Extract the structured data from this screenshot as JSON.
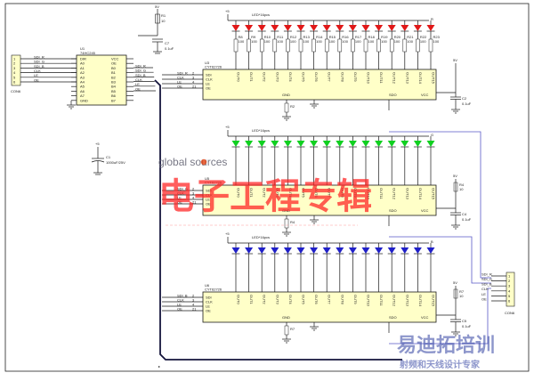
{
  "colors": {
    "led_red": "#e01818",
    "led_green": "#10d020",
    "led_blue": "#2020c8",
    "chip_fill": "#ffffc8",
    "watermark_red": "#ff2020",
    "watermark_blue": "#3040a0"
  },
  "schematic": {
    "power": {
      "label": "5V",
      "r_label": "R1",
      "r_value": "10",
      "c_label": "C7",
      "c_value": "0.1uF"
    },
    "buffer": {
      "ref": "U1",
      "part": "74HC245",
      "pins_left": [
        "DIR",
        "A0",
        "A1",
        "A2",
        "A3",
        "A4",
        "A5",
        "A6",
        "A7",
        "GND"
      ],
      "pins_right": [
        "VCC",
        "OE",
        "B0",
        "B1",
        "B2",
        "B3",
        "B4",
        "B5",
        "B6",
        "B7"
      ],
      "outputs": [
        "SDI_R",
        "SDI_G",
        "SDI_B",
        "CLK",
        "LE",
        "OE"
      ]
    },
    "conn_in": {
      "ref": "CON6",
      "pins": [
        "1",
        "2",
        "3",
        "4",
        "5",
        "6"
      ],
      "signals": [
        "SDI_R",
        "SDI_G",
        "SDI_B",
        "CLK",
        "LE",
        "OE"
      ]
    },
    "cap_bulk": {
      "ref": "C1",
      "value": "1000uF/25V",
      "supply": "+5"
    },
    "drivers": [
      {
        "ref": "U3",
        "part": "CYT62726",
        "led_label": "LED*16pcs",
        "color_tag": "R",
        "inputs": [
          "SDI_R",
          "CLK",
          "LE",
          "OE"
        ],
        "input_pins": [
          "2",
          "3",
          "4",
          "21"
        ],
        "left_pins": [
          "SDI",
          "CLK",
          "LE",
          "OE"
        ],
        "outputs": [
          "OUT0",
          "OUT1",
          "OUT2",
          "OUT3",
          "OUT4",
          "OUT5",
          "OUT6",
          "OUT7",
          "OUT8",
          "OUT9",
          "OUT10",
          "OUT11",
          "OUT12",
          "OUT13",
          "OUT14",
          "OUT15"
        ],
        "resistors": [
          "R8",
          "R9",
          "R10",
          "R11",
          "R12",
          "R13",
          "R14",
          "R15",
          "R16",
          "R17",
          "R18",
          "R19",
          "R20",
          "R21",
          "R22",
          "R23"
        ],
        "resistor_value": "100",
        "bottom": [
          "GND",
          "SDO",
          "VCC"
        ],
        "supply": "5V",
        "r_ref": "R2",
        "c_ref": "C2",
        "c_value": "0.1uF"
      },
      {
        "ref": "U5",
        "part": "CYT62726",
        "led_label": "LED*16pcs",
        "color_tag": "G",
        "inputs": [
          "SDI_G",
          "CLK",
          "LE",
          "OE"
        ],
        "input_pins": [
          "2",
          "3",
          "4",
          "21"
        ],
        "left_pins": [
          "SDI",
          "CLK",
          "LE",
          "OE"
        ],
        "outputs": [
          "OUT0",
          "OUT1",
          "OUT2",
          "OUT3",
          "OUT4",
          "OUT5",
          "OUT6",
          "OUT7",
          "OUT8",
          "OUT9",
          "OUT10",
          "OUT11",
          "OUT12",
          "OUT13",
          "OUT14",
          "OUT15"
        ],
        "bottom": [
          "GND",
          "SDO",
          "VCC"
        ],
        "supply": "5V",
        "r_ref": "R4",
        "r_value": "10",
        "c_ref": "C4",
        "c_value": "0.1uF"
      },
      {
        "ref": "U6",
        "part": "CYT62726",
        "led_label": "LED*16pcs",
        "color_tag": "B",
        "inputs": [
          "SDI_B",
          "CLK",
          "LE",
          "OE"
        ],
        "input_pins": [
          "2",
          "3",
          "4",
          "21"
        ],
        "left_pins": [
          "SDI",
          "CLK",
          "LE",
          "OE"
        ],
        "outputs": [
          "OUT0",
          "OUT1",
          "OUT2",
          "OUT3",
          "OUT4",
          "OUT5",
          "OUT6",
          "OUT7",
          "OUT8",
          "OUT9",
          "OUT10",
          "OUT11",
          "OUT12",
          "OUT13",
          "OUT14",
          "OUT15"
        ],
        "bottom": [
          "GND",
          "SDO",
          "VCC"
        ],
        "supply": "5V",
        "r_ref": "R7",
        "r_value": "10",
        "c_ref": "C5",
        "c_value": "0.1uF"
      }
    ],
    "conn_out": {
      "ref": "CON6",
      "pins": [
        "1",
        "2",
        "3",
        "4",
        "5",
        "6"
      ],
      "signals": [
        "SDI_R",
        "SDI_G",
        "SDI_B",
        "CLK",
        "LE",
        "OE"
      ]
    }
  },
  "watermarks": {
    "brand": "global sources",
    "title": "电子工程专辑",
    "site": "易迪拓培训",
    "slogan": "射频和天线设计专家"
  }
}
